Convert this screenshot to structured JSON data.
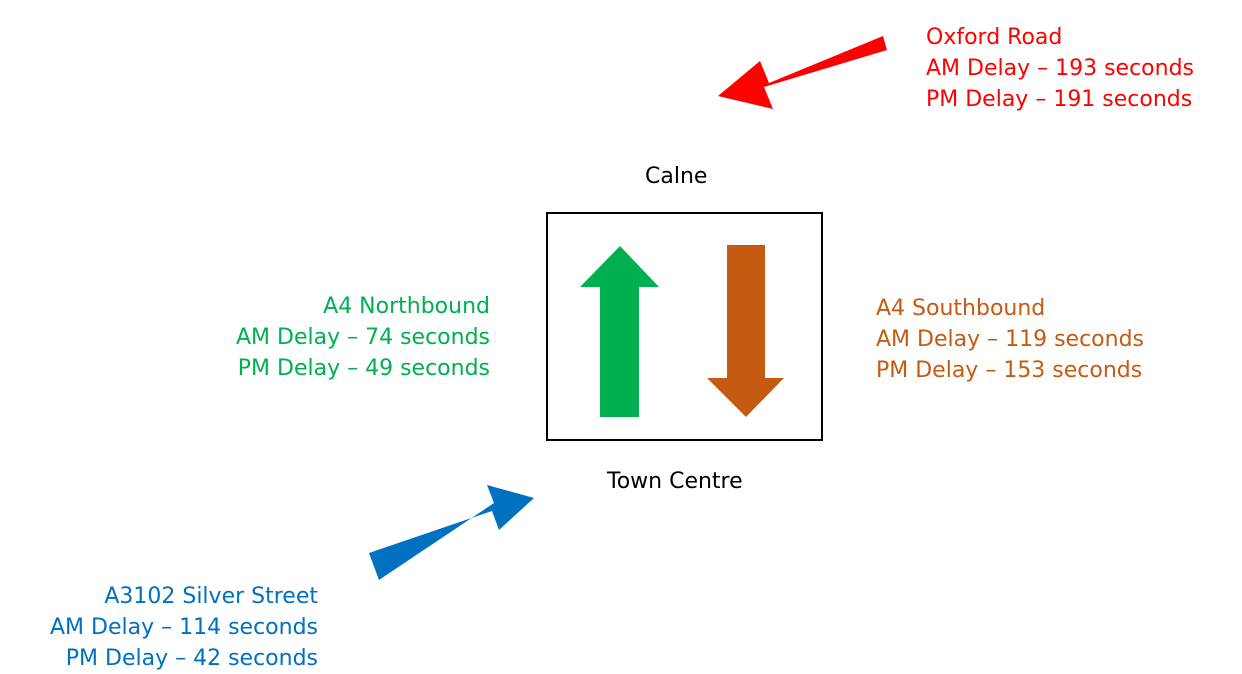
{
  "places": {
    "north": "Calne",
    "south": "Town Centre"
  },
  "approaches": {
    "oxford_road": {
      "name": "Oxford Road",
      "am": "AM Delay – 193 seconds",
      "pm": "PM Delay – 191 seconds",
      "color": "#ff0000"
    },
    "a4_northbound": {
      "name": "A4 Northbound",
      "am": "AM Delay – 74 seconds",
      "pm": "PM Delay – 49 seconds",
      "color": "#00b050"
    },
    "a4_southbound": {
      "name": "A4 Southbound",
      "am": "AM Delay – 119 seconds",
      "pm": "PM Delay – 153 seconds",
      "color": "#c55a11"
    },
    "a3102_silver_street": {
      "name": "A3102 Silver Street",
      "am": "AM Delay – 114 seconds",
      "pm": "PM Delay – 42 seconds",
      "color": "#0070c0"
    }
  }
}
